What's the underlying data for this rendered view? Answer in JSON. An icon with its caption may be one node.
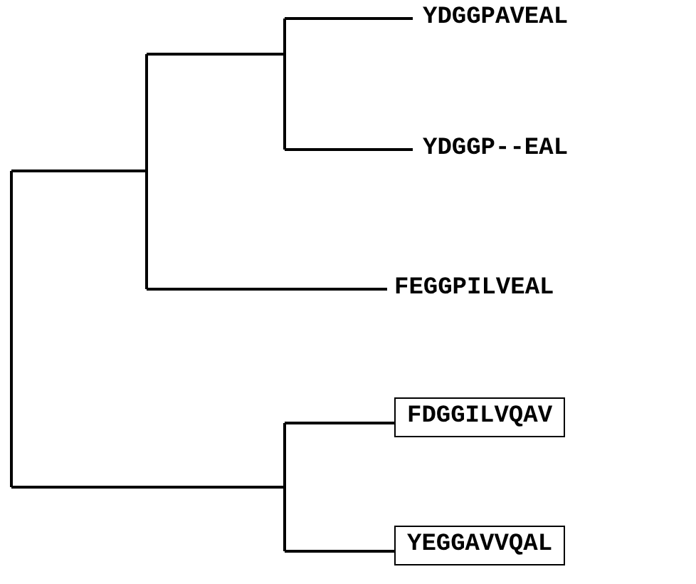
{
  "diagram": {
    "nodes": [
      {
        "text": [
          "YDGGPAVEAL"
        ]
      },
      {
        "text": [
          "YDGGP--EAL"
        ]
      },
      {
        "text": [
          "FEGGPILVEAL"
        ]
      },
      {
        "text": [
          "FDGGILVQAV"
        ]
      },
      {
        "text": [
          "YEGGAVVQAL"
        ]
      }
    ]
  }
}
